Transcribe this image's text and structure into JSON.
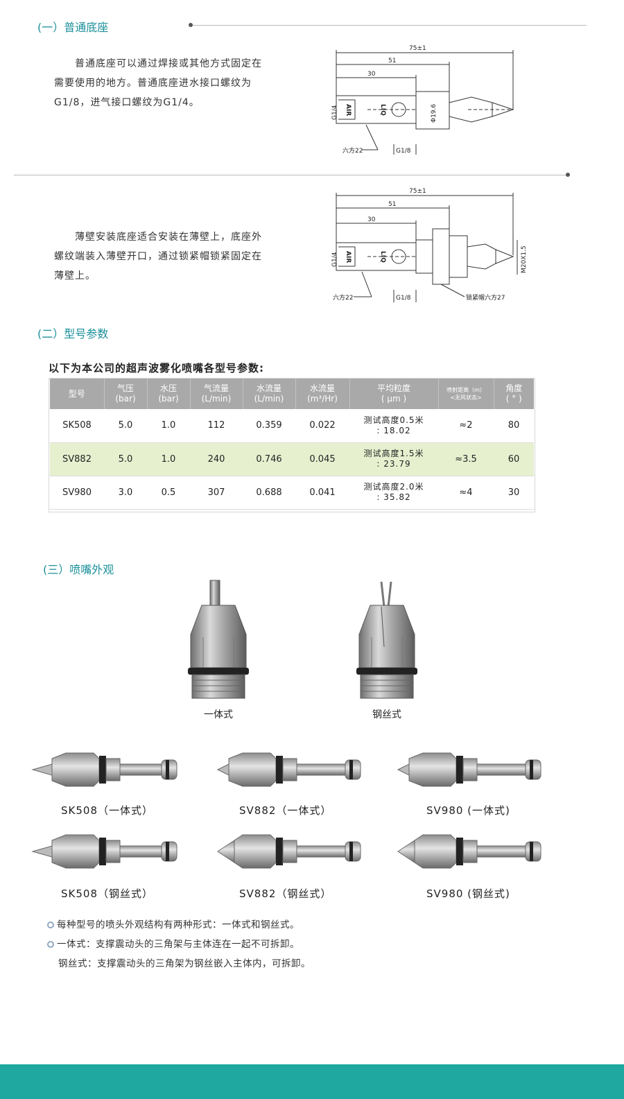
{
  "section1": {
    "title": "(一）普通底座",
    "text": "普通底座可以通过焊接或其他方式固定在需要使用的地方。普通底座进水接口螺纹为G1/8，进气接口螺纹为G1/4。",
    "drawing": {
      "dim_total": "75±1",
      "dim_mid": "51",
      "dim_short": "30",
      "label_left": "G1/4",
      "label_air": "AIR",
      "label_liq": "LIQ",
      "label_dia": "Φ19.6",
      "label_hex": "六方22",
      "label_bottom": "G1/8"
    }
  },
  "section1b": {
    "text": "薄壁安装底座适合安装在薄壁上，底座外螺纹端装入薄壁开口，通过锁紧帽锁紧固定在薄壁上。",
    "drawing": {
      "dim_total": "75±1",
      "dim_mid": "51",
      "dim_short": "30",
      "label_left": "G1/4",
      "label_air": "AIR",
      "label_liq": "LIQ",
      "label_thread": "M20X1.5",
      "label_hex": "六方22",
      "label_bottom": "G1/8",
      "label_lock": "锁紧帽六方27"
    }
  },
  "section2": {
    "title": "(二）型号参数",
    "heading": "以下为本公司的超声波雾化喷嘴各型号参数:",
    "columns": [
      {
        "l1": "型号",
        "l2": ""
      },
      {
        "l1": "气压",
        "l2": "(bar)"
      },
      {
        "l1": "水压",
        "l2": "(bar)"
      },
      {
        "l1": "气流量",
        "l2": "(L/min)"
      },
      {
        "l1": "水流量",
        "l2": "(L/min)"
      },
      {
        "l1": "水流量",
        "l2": "(m³/Hr)"
      },
      {
        "l1": "平均粒度",
        "l2": "( μm )"
      },
      {
        "l1": "喷射距离（m）",
        "l2": "<无风状态>"
      },
      {
        "l1": "角度",
        "l2": "( ° )"
      }
    ],
    "rows": [
      {
        "model": "SK508",
        "air": "5.0",
        "water": "1.0",
        "air_flow": "112",
        "water_flow": "0.359",
        "water_m3": "0.022",
        "size_a": "测试高度0.5米",
        "size_b": ": 18.02",
        "distance": "≈2",
        "angle": "80"
      },
      {
        "model": "SV882",
        "air": "5.0",
        "water": "1.0",
        "air_flow": "240",
        "water_flow": "0.746",
        "water_m3": "0.045",
        "size_a": "测试高度1.5米",
        "size_b": ": 23.79",
        "distance": "≈3.5",
        "angle": "60"
      },
      {
        "model": "SV980",
        "air": "3.0",
        "water": "0.5",
        "air_flow": "307",
        "water_flow": "0.688",
        "water_m3": "0.041",
        "size_a": "测试高度2.0米",
        "size_b": ": 35.82",
        "distance": "≈4",
        "angle": "30"
      }
    ]
  },
  "section3": {
    "title": "(三）喷嘴外观",
    "tip_captions": [
      "一体式",
      "钢丝式"
    ],
    "nozzles": [
      "SK508（一体式）",
      "SV882（一体式）",
      "SV980 (一体式)",
      "SK508（钢丝式）",
      "SV882（钢丝式）",
      "SV980 (钢丝式)"
    ],
    "notes": [
      "每种型号的喷头外观结构有两种形式：一体式和钢丝式。",
      "一体式：支撑震动头的三角架与主体连在一起不可拆卸。",
      "钢丝式：支撑震动头的三角架为钢丝嵌入主体内，可拆卸。"
    ]
  },
  "colors": {
    "accent": "#1a8f9a",
    "table_header": "#a9a9a9",
    "highlight_row": "#e6f0cf",
    "footer": "#1ea8a0"
  }
}
